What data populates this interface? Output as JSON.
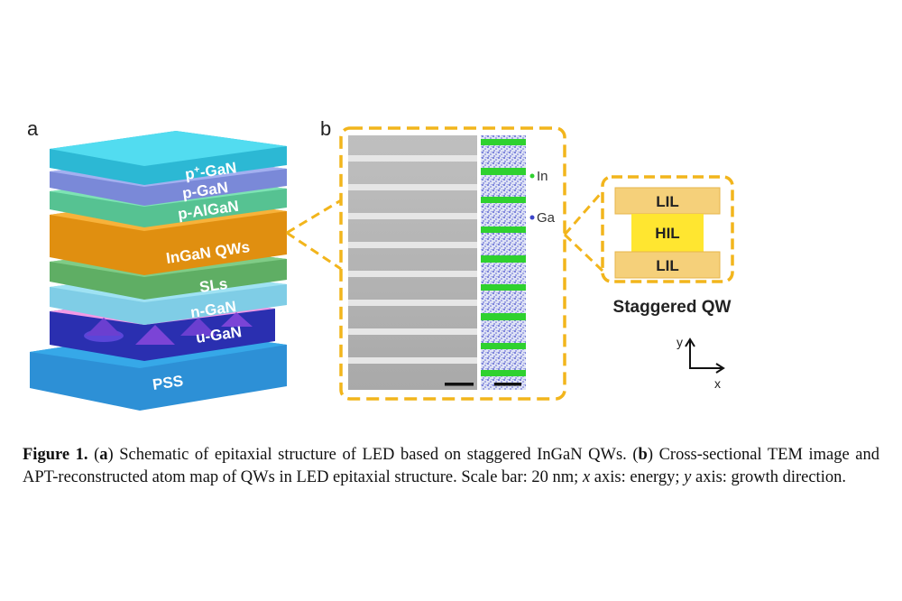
{
  "figure": {
    "panel_a_label": "a",
    "panel_b_label": "b",
    "layers": [
      {
        "key": "p-plus-gan",
        "label_prefix": "p",
        "label_sup": "+",
        "label_suffix": "-GaN",
        "color": "#3fd0e8"
      },
      {
        "key": "p-gan",
        "label": "p-GaN",
        "color": "#8f9ee8"
      },
      {
        "key": "p-algan",
        "label": "p-AlGaN",
        "color": "#6bd9a8"
      },
      {
        "key": "ingan-qws",
        "label": "InGaN QWs",
        "color": "#f3a31a"
      },
      {
        "key": "sls",
        "label": "SLs",
        "color": "#72c27a"
      },
      {
        "key": "n-gan",
        "label": "n-GaN",
        "color": "#8fdcef"
      },
      {
        "key": "u-gan",
        "label": "u-GaN",
        "color": "#f29ae6"
      },
      {
        "key": "pss",
        "label": "PSS",
        "color": "#36a8e8"
      }
    ],
    "legend": {
      "in": "In",
      "ga": "Ga"
    },
    "staggered": {
      "top": "LIL",
      "middle": "HIL",
      "bottom": "LIL",
      "title": "Staggered QW"
    },
    "axes": {
      "y": "y",
      "x": "x"
    },
    "colors": {
      "border_dash": "#f2b51c",
      "in_atoms": "#2fd12f",
      "ga_atoms": "#3b44c9",
      "lil": "#f5d07a",
      "hil": "#ffe630"
    }
  },
  "caption": {
    "fig_label": "Figure 1.",
    "open_a": "(",
    "a": "a",
    "text_a": ") Schematic of epitaxial structure of LED based on staggered InGaN QWs. (",
    "b": "b",
    "text_b": ") Cross-sectional TEM image and APT-reconstructed atom map of QWs in LED epitaxial structure. Scale bar: 20 nm; ",
    "x": "x",
    "text_x": " axis: energy; ",
    "y": "y",
    "text_y": " axis: growth direction."
  }
}
